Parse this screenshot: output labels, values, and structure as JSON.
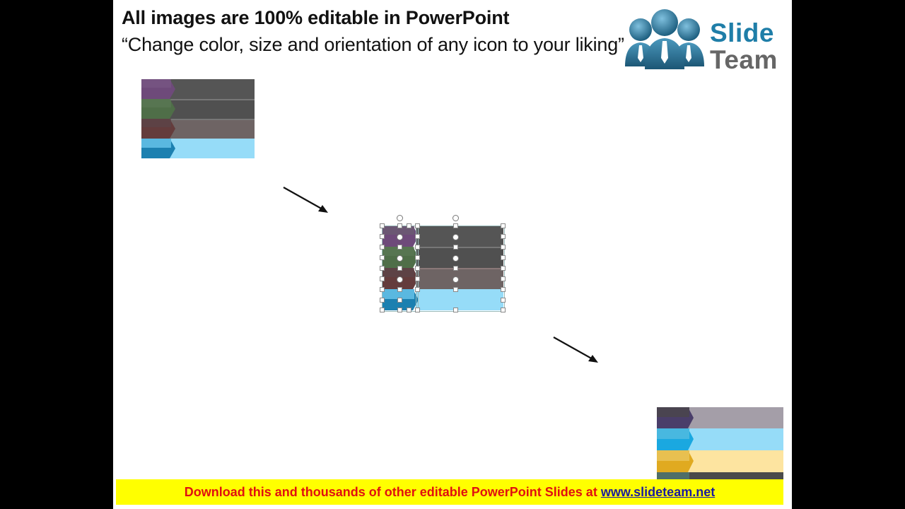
{
  "slide": {
    "title": "All images are 100% editable in PowerPoint",
    "subtitle": "“Change color, size and orientation of any icon to your liking”",
    "logo": {
      "word1": "Slide",
      "word2": "Team",
      "icon": "people-with-ties-icon",
      "color_primary": "#1f7ea8",
      "color_secondary": "#666666"
    },
    "footer": {
      "text": "Download this and thousands of other editable PowerPoint Slides at ",
      "link": "www.slideteam.net",
      "background": "#ffff00",
      "text_color": "#e01010",
      "link_color": "#1a1aa0"
    }
  },
  "graphics": {
    "step1_original": {
      "rows": [
        {
          "tab_color": "#6e4a7a",
          "bar_color": "#555555"
        },
        {
          "tab_color": "#4f6e48",
          "bar_color": "#505050"
        },
        {
          "tab_color": "#643c3c",
          "bar_color": "#6e6464"
        },
        {
          "tab_color": "#3aa0d0",
          "bar_color": "#96dcf8"
        }
      ]
    },
    "step2_selected": {
      "rows": [
        {
          "tab_color": "#6e4a7a",
          "bar_color": "#555555"
        },
        {
          "tab_color": "#4f6e48",
          "bar_color": "#505050"
        },
        {
          "tab_color": "#643c3c",
          "bar_color": "#6e6464"
        },
        {
          "tab_color": "#3aa0d0",
          "bar_color": "#96dcf8"
        }
      ]
    },
    "step3_recolored": {
      "rows": [
        {
          "tab_color": "#4a3e5e",
          "bar_color": "#a49ea8"
        },
        {
          "tab_color": "#1fa8dc",
          "bar_color": "#96dcf8"
        },
        {
          "tab_color": "#e0b030",
          "bar_color": "#fde4a0"
        },
        {
          "tab_color": "#4f6e68",
          "bar_color": "#4a4a4a"
        }
      ]
    }
  }
}
